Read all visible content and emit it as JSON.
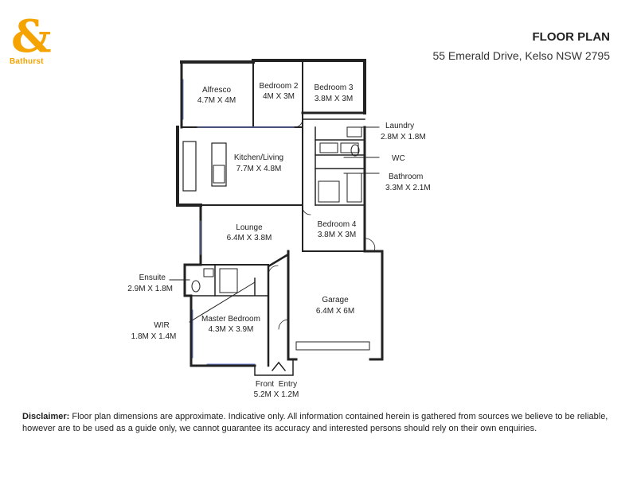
{
  "brand": {
    "name": "Bathurst",
    "color": "#f5a300"
  },
  "header": {
    "title": "FLOOR PLAN",
    "address": "55 Emerald Drive, Kelso NSW 2795"
  },
  "rooms": [
    {
      "name": "Alfresco",
      "size": "4.7M X 4M"
    },
    {
      "name": "Bedroom 2",
      "size": "4M X 3M"
    },
    {
      "name": "Bedroom 3",
      "size": "3.8M X 3M"
    },
    {
      "name": "Laundry",
      "size": "2.8M X 1.8M"
    },
    {
      "name": "Kitchen/Living",
      "size": "7.7M X 4.8M"
    },
    {
      "name": "WC",
      "size": ""
    },
    {
      "name": "Bathroom",
      "size": "3.3M X 2.1M"
    },
    {
      "name": "Lounge",
      "size": "6.4M X 3.8M"
    },
    {
      "name": "Bedroom 4",
      "size": "3.8M X 3M"
    },
    {
      "name": "Ensuite",
      "size": "2.9M X 1.8M"
    },
    {
      "name": "Garage",
      "size": "6.4M X 6M"
    },
    {
      "name": "WIR",
      "size": "1.8M X 1.4M"
    },
    {
      "name": "Master Bedroom",
      "size": "4.3M X 3.9M"
    },
    {
      "name": "Front  Entry",
      "size": "5.2M X 1.2M"
    }
  ],
  "disclaimer": {
    "label": "Disclaimer:",
    "text": " Floor plan dimensions are approximate. Indicative only. All information contained herein is gathered from sources we believe to be reliable, however are to be used as a guide only, we cannot guarantee its accuracy and interested persons should rely on their own enquiries."
  }
}
